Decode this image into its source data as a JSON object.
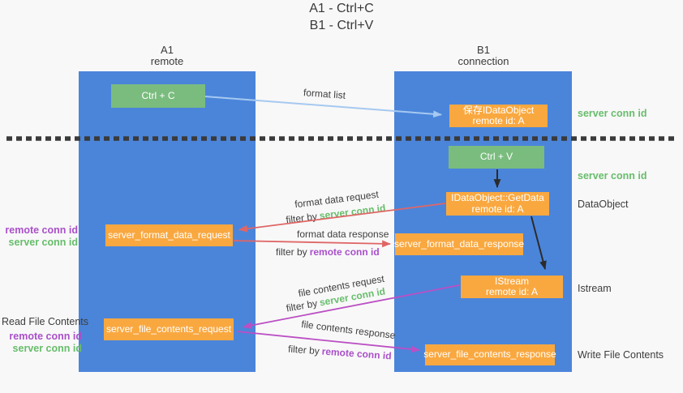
{
  "title": {
    "line1": "A1 - Ctrl+C",
    "line2": "B1 - Ctrl+V"
  },
  "lanes": {
    "a": {
      "name": "A1",
      "subtitle": "remote"
    },
    "b": {
      "name": "B1",
      "subtitle": "connection"
    }
  },
  "nodes": {
    "ctrl_c": {
      "label": "Ctrl + C"
    },
    "save_dataobject": {
      "line1": "保存IDataObject",
      "line2": "remote id: A"
    },
    "ctrl_v": {
      "label": "Ctrl + V"
    },
    "getdata": {
      "line1": "IDataObject::GetData",
      "line2": "remote id: A"
    },
    "format_request": {
      "label": "server_format_data_request"
    },
    "format_response": {
      "label": "server_format_data_response"
    },
    "istream": {
      "line1": "IStream",
      "line2": "remote id: A"
    },
    "file_request": {
      "label": "server_file_contents_request"
    },
    "file_response": {
      "label": "server_file_contents_response"
    }
  },
  "edges": {
    "format_list": {
      "label": "format list"
    },
    "format_data_request": {
      "label": "format data request",
      "filter_prefix": "filter by",
      "filter_key": "server conn id"
    },
    "format_data_response": {
      "label": "format data response",
      "filter_prefix": "filter by",
      "filter_key": "remote conn id"
    },
    "file_contents_request": {
      "label": "file contents request",
      "filter_prefix": "filter by",
      "filter_key": "server conn id"
    },
    "file_contents_response": {
      "label": "file contents response",
      "filter_prefix": "filter by",
      "filter_key": "remote conn id"
    }
  },
  "annotations": {
    "left_format_remote": "remote conn id",
    "left_format_server": "server conn id",
    "read_file_contents": "Read File Contents",
    "left_file_remote": "remote conn id",
    "left_file_server": "server conn id",
    "right_server_conn_top": "server conn id",
    "right_server_conn_mid": "server conn id",
    "dataobject": "DataObject",
    "istream": "Istream",
    "write_file_contents": "Write File Contents"
  },
  "colors": {
    "lane_blue": "#4b85da",
    "box_green": "#7abc7e",
    "box_orange": "#f9a840",
    "arrow_blue": "#a5c9f0",
    "arrow_red": "#e06666",
    "arrow_magenta": "#bb4fc4",
    "arrow_black": "#2b2b2b",
    "label_green": "#67bd6b",
    "label_purple": "#a950c9",
    "divider_dark": "#3a3a3a"
  }
}
